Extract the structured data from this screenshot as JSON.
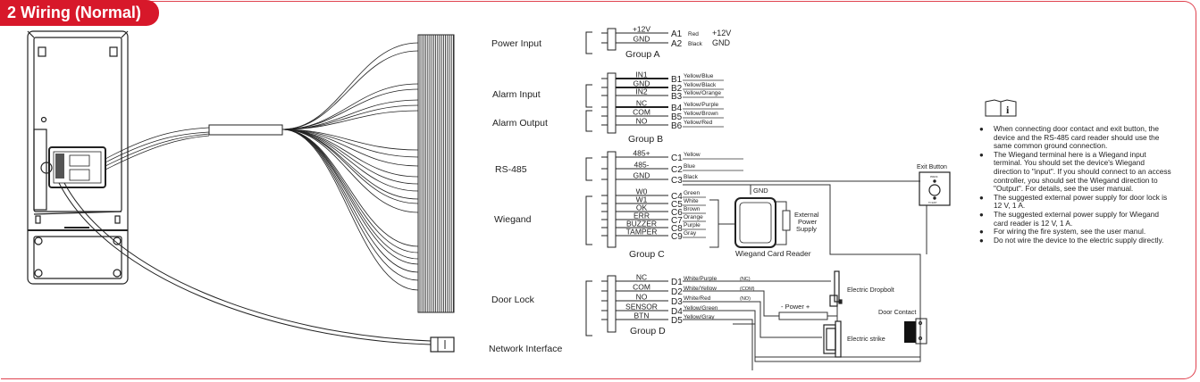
{
  "header": {
    "title": "2 Wiring (Normal)"
  },
  "colors": {
    "accent": "#d7182a",
    "line": "#333333"
  },
  "groups": {
    "power_input": {
      "label": "Power Input",
      "group": "Group A",
      "terminals": [
        {
          "signal": "+12V",
          "pin": "A1",
          "wire": "Red",
          "target": "+12V"
        },
        {
          "signal": "GND",
          "pin": "A2",
          "wire": "Black",
          "target": "GND"
        }
      ]
    },
    "alarm": {
      "input_label": "Alarm Input",
      "output_label": "Alarm Output",
      "group": "Group B",
      "terminals": [
        {
          "signal": "IN1",
          "pin": "B1",
          "wire": "Yellow/Blue"
        },
        {
          "signal": "GND",
          "pin": "B2",
          "wire": "Yellow/Black"
        },
        {
          "signal": "IN2",
          "pin": "B3",
          "wire": "Yellow/Orange"
        },
        {
          "signal": "NC",
          "pin": "B4",
          "wire": "Yellow/Purple"
        },
        {
          "signal": "COM",
          "pin": "B5",
          "wire": "Yellow/Brown"
        },
        {
          "signal": "NO",
          "pin": "B6",
          "wire": "Yellow/Red"
        }
      ]
    },
    "rs485_wiegand": {
      "rs485_label": "RS-485",
      "wiegand_label": "Wiegand",
      "group": "Group C",
      "terminals": [
        {
          "signal": "485+",
          "pin": "C1",
          "wire": "Yellow"
        },
        {
          "signal": "485-",
          "pin": "C2",
          "wire": "Blue"
        },
        {
          "signal": "GND",
          "pin": "C3",
          "wire": "Black"
        },
        {
          "signal": "W0",
          "pin": "C4",
          "wire": "Green"
        },
        {
          "signal": "W1",
          "pin": "C5",
          "wire": "White"
        },
        {
          "signal": "OK",
          "pin": "C6",
          "wire": "Brown"
        },
        {
          "signal": "ERR",
          "pin": "C7",
          "wire": "Orange"
        },
        {
          "signal": "BUZZER",
          "pin": "C8",
          "wire": "Purple"
        },
        {
          "signal": "TAMPER",
          "pin": "C9",
          "wire": "Gray"
        }
      ]
    },
    "door_lock": {
      "label": "Door Lock",
      "group": "Group D",
      "terminals": [
        {
          "signal": "NC",
          "pin": "D1",
          "wire": "White/Purple",
          "note": "(NC)"
        },
        {
          "signal": "COM",
          "pin": "D2",
          "wire": "White/Yellow",
          "note": "(COM)"
        },
        {
          "signal": "NO",
          "pin": "D3",
          "wire": "White/Red",
          "note": "(NO)"
        },
        {
          "signal": "SENSOR",
          "pin": "D4",
          "wire": "Yellow/Green",
          "note": ""
        },
        {
          "signal": "BTN",
          "pin": "D5",
          "wire": "Yellow/Gray",
          "note": ""
        }
      ]
    },
    "network": {
      "label": "Network Interface"
    }
  },
  "devices": {
    "wiegand_reader": "Wiegand Card Reader",
    "gnd": "GND",
    "ext_power": [
      "External",
      "Power",
      "Supply"
    ],
    "exit_button": "Exit Button",
    "exit_press": "PRESS",
    "exit_bottom": "TO EXIT",
    "electric_dropbolt": "Electric Dropbolt",
    "electric_strike": "Electric strike",
    "door_contact": "Door Contact",
    "power": "- Power +"
  },
  "notes": [
    "When connecting door contact and exit button, the device and the RS-485 card reader should use the same common ground connection.",
    "The Wiegand terminal here is a Wiegand input terminal. You should set the device's Wiegand direction to \"input\". If you should connect to an access controller, you should set the Wiegand direction to \"Output\". For details, see the user manual.",
    "The suggested external power supply for door lock is 12 V, 1 A.",
    "The suggested external power supply for Wiegand card reader is 12 V, 1 A.",
    "For wiring the fire system, see the user manul.",
    "Do not wire the device to the electric supply directly."
  ]
}
